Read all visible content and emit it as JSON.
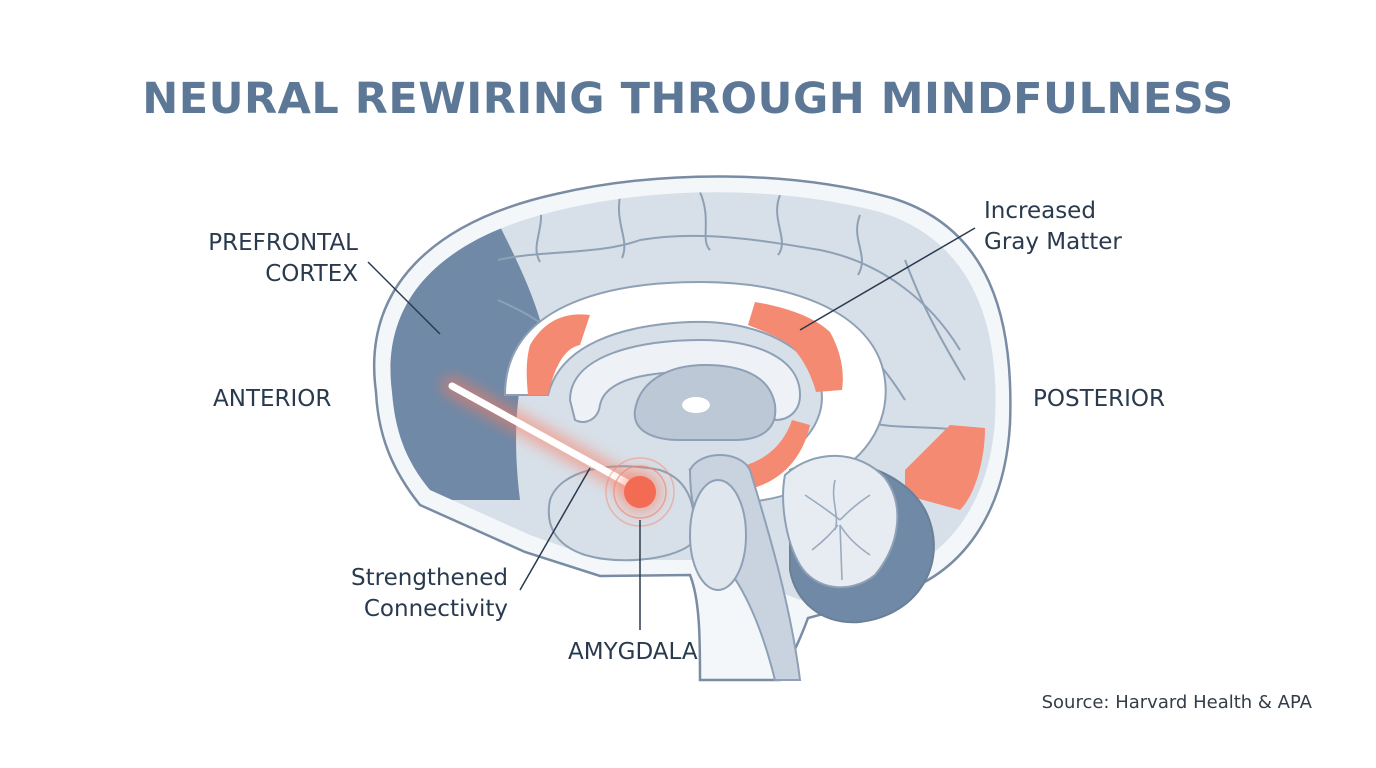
{
  "title": "NEURAL REWIRING THROUGH MINDFULNESS",
  "labels": {
    "prefrontal_line1": "PREFRONTAL",
    "prefrontal_line2": "CORTEX",
    "anterior": "ANTERIOR",
    "posterior": "POSTERIOR",
    "gray_matter_line1": "Increased",
    "gray_matter_line2": "Gray Matter",
    "connectivity_line1": "Strengthened",
    "connectivity_line2": "Connectivity",
    "amygdala": "AMYGDALA"
  },
  "source": "Source: Harvard Health & APA",
  "colors": {
    "title": "#5d7896",
    "dark_region": "#6e88a6",
    "light_region": "#d5dde7",
    "highlight": "#f58a72",
    "outline": "#6b7f97",
    "text": "#2a3a4e"
  }
}
